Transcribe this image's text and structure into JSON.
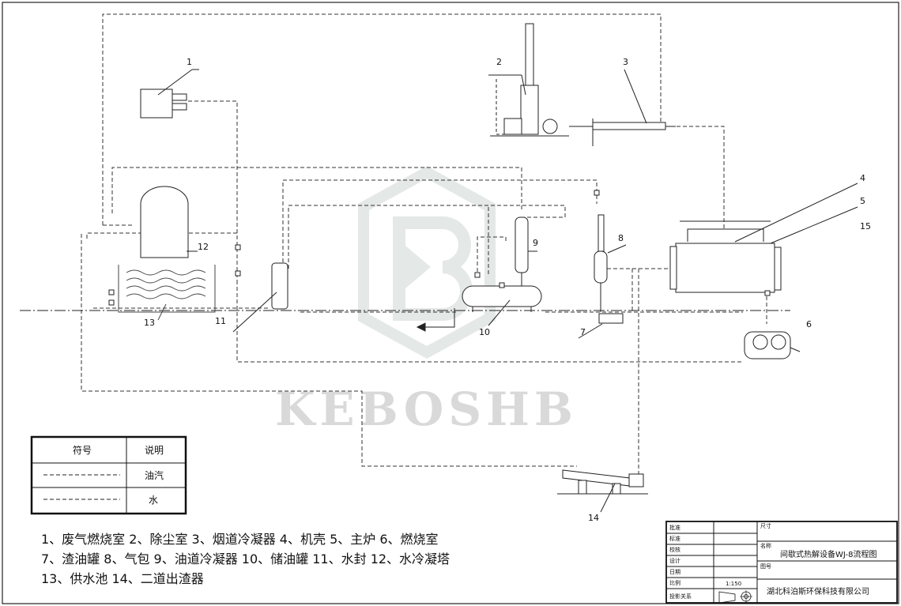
{
  "watermark": "KEBOSHB",
  "components": [
    {
      "num": "1"
    },
    {
      "num": "2"
    },
    {
      "num": "3"
    },
    {
      "num": "4"
    },
    {
      "num": "5"
    },
    {
      "num": "15"
    },
    {
      "num": "6"
    },
    {
      "num": "7"
    },
    {
      "num": "8"
    },
    {
      "num": "9"
    },
    {
      "num": "10"
    },
    {
      "num": "11"
    },
    {
      "num": "12"
    },
    {
      "num": "13"
    },
    {
      "num": "14"
    }
  ],
  "legend": {
    "header_symbol": "符号",
    "header_desc": "说明",
    "rows": [
      {
        "desc": "油汽"
      },
      {
        "desc": "水"
      }
    ]
  },
  "caption_lines": [
    "1、废气燃烧室 2、除尘室 3、烟道冷凝器 4、机壳 5、主炉 6、燃烧室",
    "7、渣油罐 8、气包 9、油道冷凝器 10、储油罐 11、水封 12、水冷凝塔",
    "13、供水池   14、二道出渣器"
  ],
  "title_block": {
    "rows": [
      "批准",
      "标准",
      "校核",
      "设计",
      "日期",
      "比例",
      "投影关系"
    ],
    "scale": "1:150",
    "size_label": "尺寸",
    "name_label": "名称",
    "name": "间歇式热解设备WJ-8流程图",
    "drawing_no_label": "图号",
    "company": "湖北科泊斯环保科技有限公司"
  }
}
